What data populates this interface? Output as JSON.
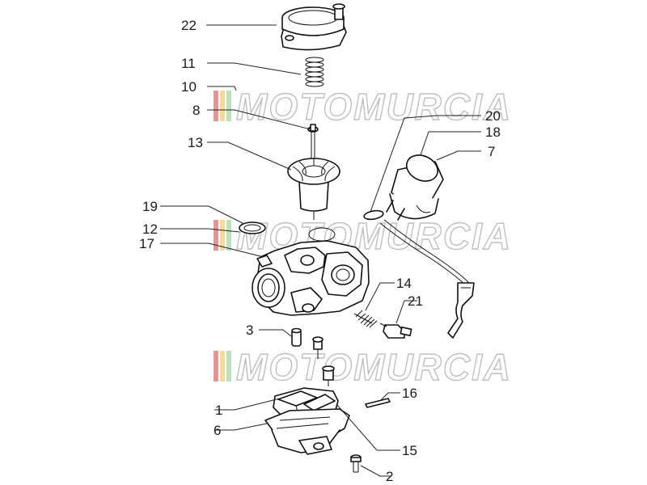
{
  "watermark": {
    "text": "MOTOMURCIA",
    "stripe_colors": [
      "#e06666",
      "#f6c96b",
      "#9fd49a",
      "#f4f4f4"
    ]
  },
  "callouts": {
    "c22": "22",
    "c11": "11",
    "c10": "10",
    "c8": "8",
    "c13": "13",
    "c20": "20",
    "c18": "18",
    "c7": "7",
    "c19": "19",
    "c12": "12",
    "c17": "17",
    "c14": "14",
    "c21": "21",
    "c3": "3",
    "c16": "16",
    "c1": "1",
    "c6": "6",
    "c15": "15",
    "c2": "2"
  }
}
